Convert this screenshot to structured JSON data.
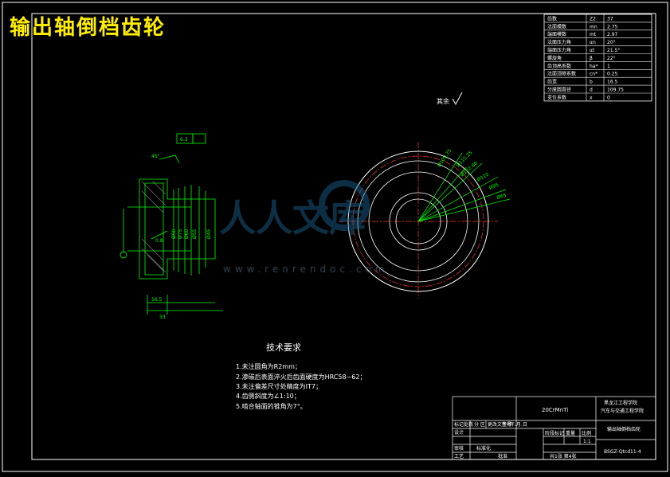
{
  "banner_title": "输出轴倒档齿轮",
  "param_table": {
    "rows": [
      [
        "齿数",
        "Z2",
        "37"
      ],
      [
        "法面模数",
        "mn",
        "2.75"
      ],
      [
        "端面模数",
        "mt",
        "2.97"
      ],
      [
        "法面压力角",
        "αn",
        "20°"
      ],
      [
        "端面压力角",
        "αt",
        "21.5°"
      ],
      [
        "螺旋角",
        "β",
        "22°"
      ],
      [
        "齿顶高系数",
        "ha*",
        "1"
      ],
      [
        "法面顶隙系数",
        "cn*",
        "0.25"
      ],
      [
        "齿宽",
        "b",
        "16.5"
      ],
      [
        "分度圆直径",
        "d",
        "109.75"
      ],
      [
        "变位系数",
        "x",
        "0"
      ]
    ]
  },
  "roughness_note": "其余",
  "section_dims": {
    "top_angle": "45°",
    "bottom_width": "33",
    "sub_width": "16.5",
    "v1": "Ø90",
    "v2": "Ø75",
    "v3": "Ø60",
    "v4": "Ø55",
    "v5": "Ø45",
    "rough1": "6.3",
    "rough2": "0.8"
  },
  "circle_dims": [
    "Ø109.75",
    "Ø115.25",
    "Ø102.88",
    "Ø110",
    "Ø95",
    "Ø65"
  ],
  "watermark": {
    "brand": "人人文库",
    "url": "www.renrendoc.com"
  },
  "tech_requirements": {
    "title": "技术要求",
    "items": [
      "1.未注圆角为R2mm；",
      "2.渗碳后表面淬火后齿面硬度为HRC58~62；",
      "3.未注偏差尺寸处精度为IT7；",
      "4.齿侧斜度为∠1:10；",
      "5.啮合轴面的锥角为7°。"
    ]
  },
  "title_block": {
    "material": "20CrMnTi",
    "school": "黑龙江工程学院",
    "dept": "汽车与交通工程学院",
    "part_name": "输出轴倒档齿轮",
    "drawing_no": "BSGZ-Qtcd11-4",
    "scale": "1:1",
    "mark_row": [
      "标记",
      "处数",
      "分 区",
      "更改文件号",
      "签名",
      "年.月.日"
    ],
    "rows": [
      "设计",
      "审核",
      "工艺"
    ],
    "std": "标准化",
    "approve": "批准",
    "stage_labels": [
      "阶段标记",
      "重量",
      "比例"
    ],
    "sheet": "共1张 第4张"
  },
  "colors": {
    "frame": "#ffffff",
    "dim": "#00ff00",
    "center": "#ff3333",
    "text": "#ffffff",
    "banner": "#ffee00",
    "cyan": "#00e5ff"
  }
}
